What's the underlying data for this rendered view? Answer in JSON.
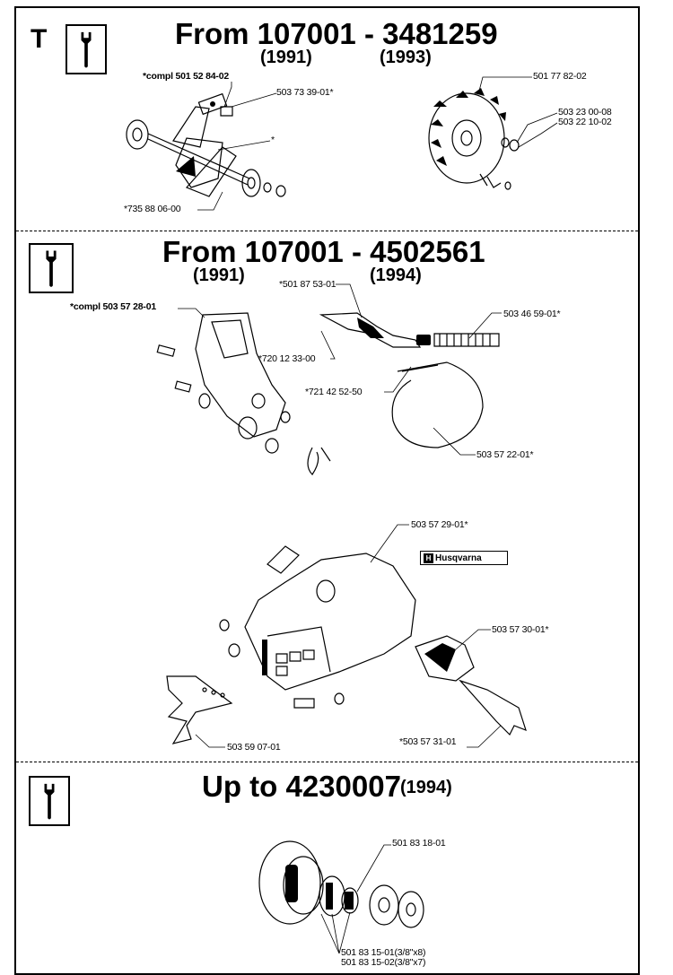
{
  "section1": {
    "marker": "T",
    "heading": "From 107001 - 3481259",
    "year_left": "(1991)",
    "year_right": "(1993)",
    "labels": {
      "crank_compl": "*compl 501 52 84-02",
      "bearing": "503 73 39-01*",
      "star": "*",
      "key": "*735 88 06-00",
      "flywheel": "501 77 82-02",
      "washer": "503 23 00-08",
      "nut": "503 22 10-02"
    }
  },
  "section2": {
    "heading": "From 107001 - 4502561",
    "year_left": "(1991)",
    "year_right": "(1994)",
    "labels": {
      "guard_compl": "*compl 503 57 28-01",
      "lever": "*501 87 53-01",
      "spring": "503 46 59-01*",
      "screw": "*720 12 33-00",
      "pin": "*721 42 52-50",
      "brake_band": "503 57 22-01*",
      "cover": "503 57 29-01*",
      "deflector": "503 57 30-01*",
      "bumper": "503 59 07-01",
      "guide": "*503 57 31-01"
    },
    "logo_text": "Husqvarna"
  },
  "section3": {
    "heading": "Up to 4230007",
    "year": "(1994)",
    "labels": {
      "bearing": "501 83 18-01",
      "drum1": "501 83 15-01(3/8\"x8)",
      "drum2": "501 83 15-02(3/8\"x7)"
    }
  }
}
